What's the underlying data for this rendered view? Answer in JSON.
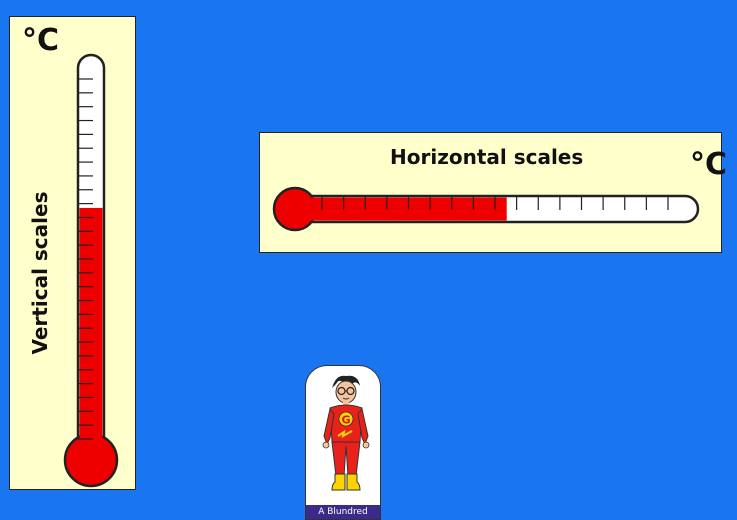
{
  "vertical": {
    "label": "Vertical scales",
    "unit": "°C",
    "fill_fraction": 0.64,
    "tick_count": 27,
    "color_fill": "#ee0000",
    "color_tube": "#ffffff"
  },
  "horizontal": {
    "title": "Horizontal scales",
    "unit": "°C",
    "fill_fraction": 0.55,
    "tick_count": 17,
    "color_fill": "#ee0000",
    "color_tube": "#ffffff"
  },
  "mascot": {
    "icon": "superhero-mascot-icon",
    "caption": "A Blundred"
  },
  "colors": {
    "background": "#1a75f0",
    "panel": "#ffffcc"
  }
}
